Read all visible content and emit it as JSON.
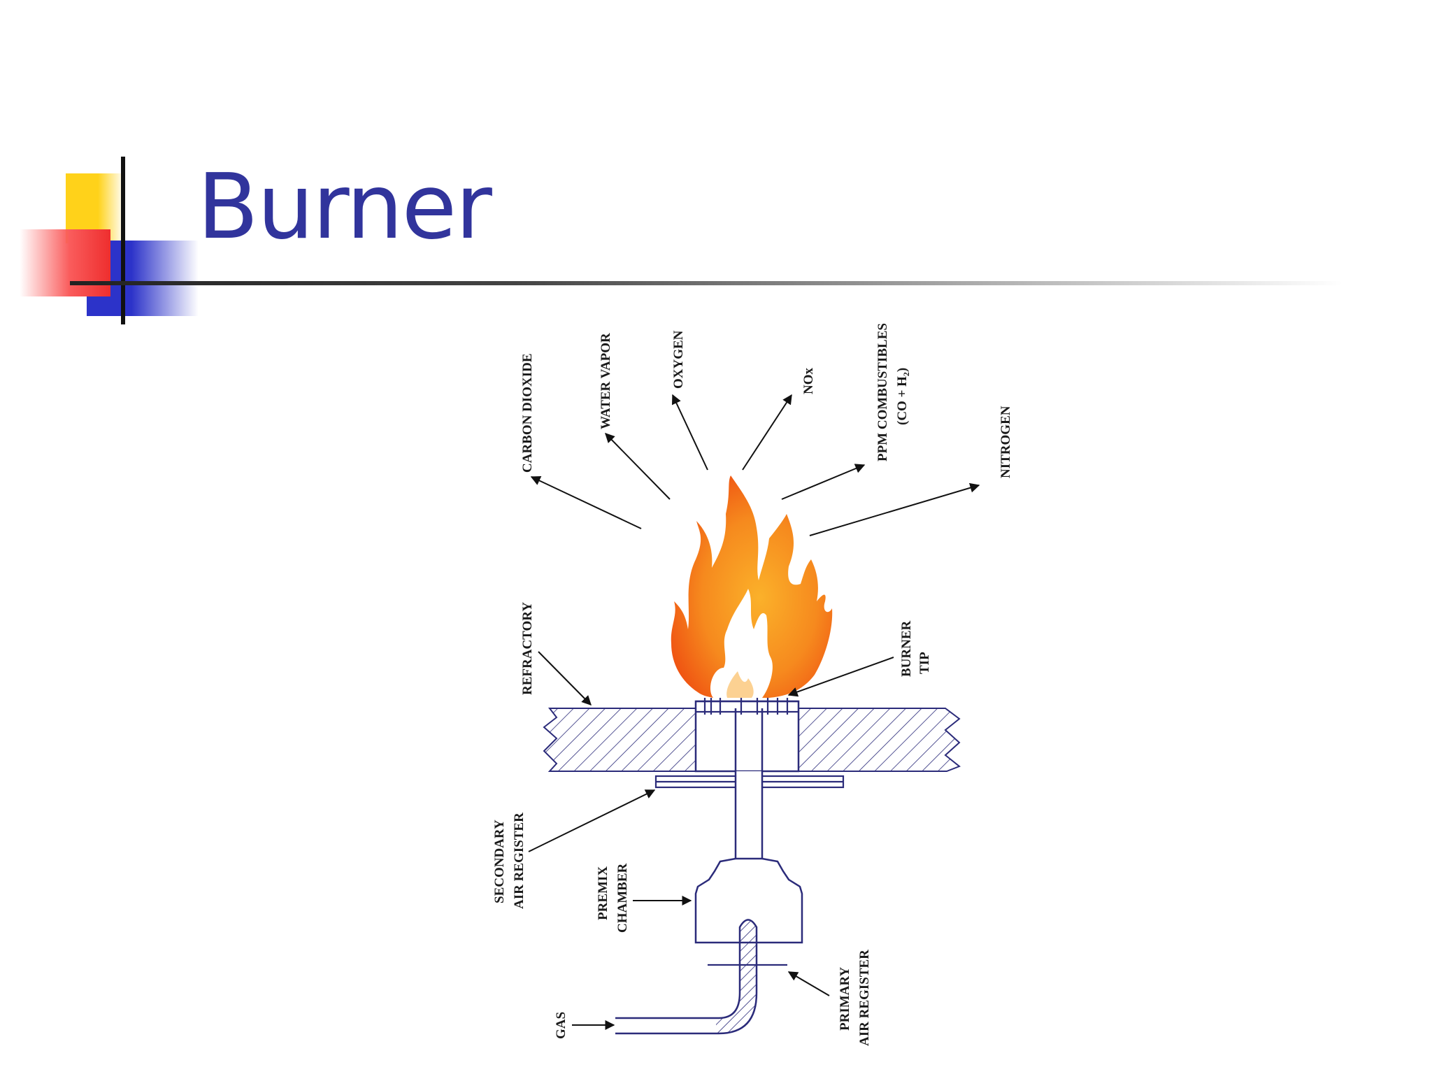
{
  "slide": {
    "title": "Burner"
  },
  "labels": {
    "carbon_dioxide": "CARBON DIOXIDE",
    "water_vapor": "WATER VAPOR",
    "oxygen": "OXYGEN",
    "nox": "NOx",
    "ppm_line1": "PPM COMBUSTIBLES",
    "ppm_line2": "(CO + H",
    "ppm_sub": "2",
    "ppm_close": ")",
    "nitrogen": "NITROGEN",
    "refractory": "REFRACTORY",
    "burner_tip_line1": "BURNER",
    "burner_tip_line2": "TIP",
    "secondary_line1": "SECONDARY",
    "secondary_line2": "AIR REGISTER",
    "premix_line1": "PREMIX",
    "premix_line2": "CHAMBER",
    "primary_line1": "PRIMARY",
    "primary_line2": "AIR REGISTER",
    "gas": "GAS"
  },
  "colors": {
    "title": "#31349c",
    "lines": "#2b2b7a",
    "flame_outer": "#f25a10",
    "flame_inner": "#f8a020"
  }
}
